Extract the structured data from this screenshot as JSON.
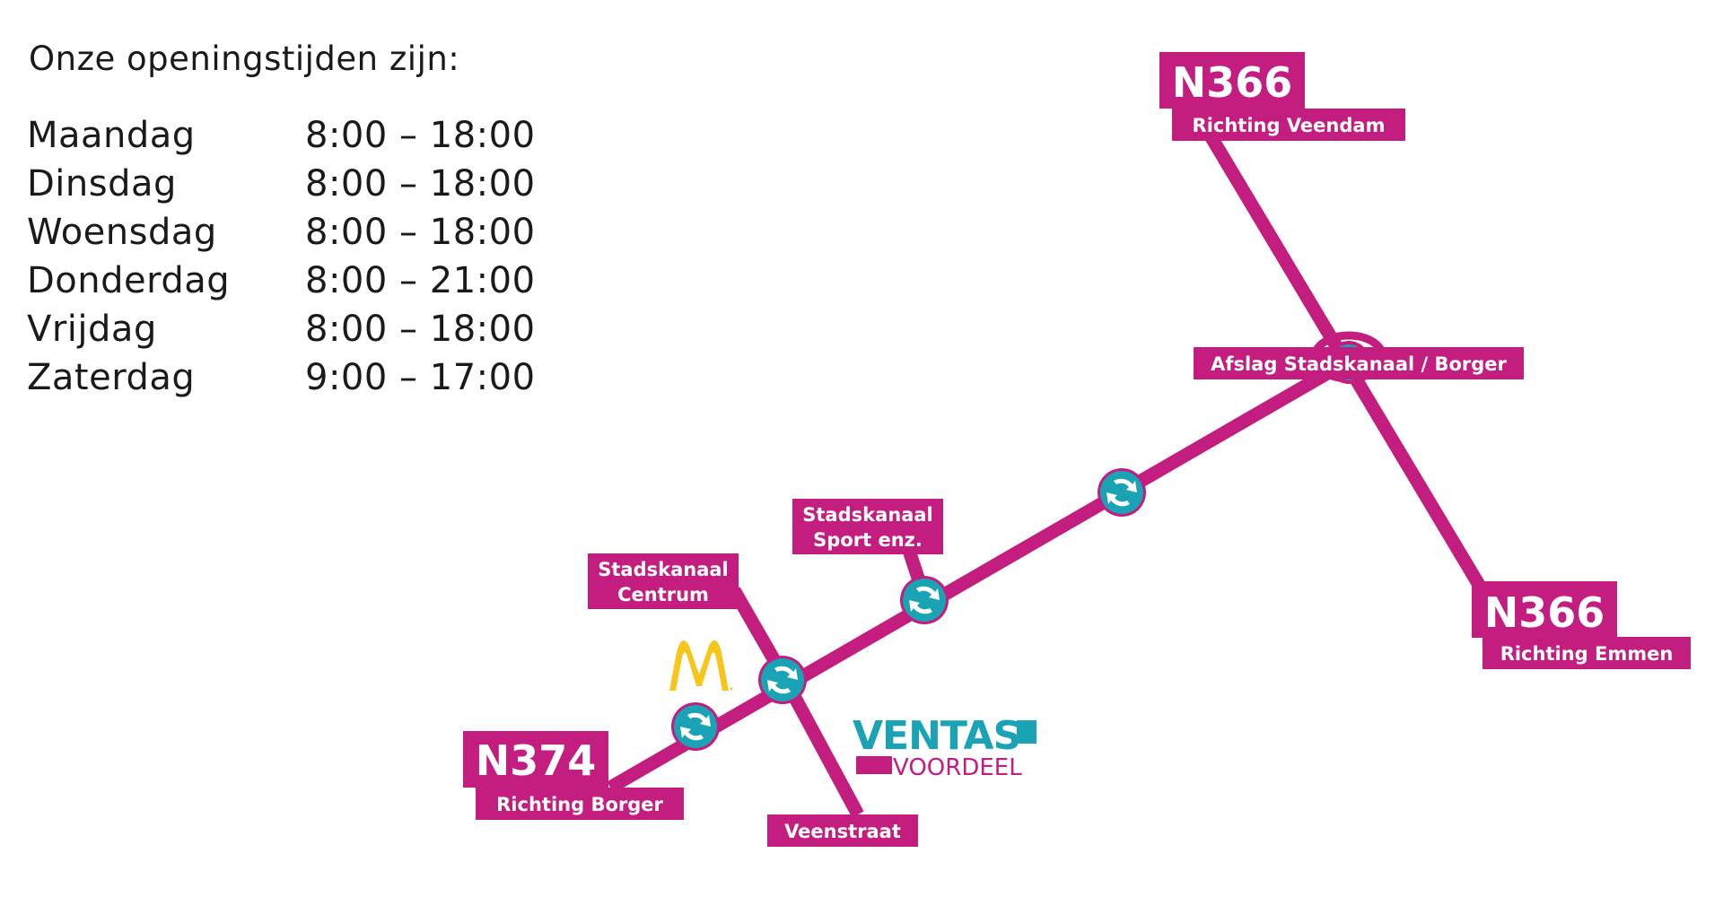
{
  "colors": {
    "road": "#c31d7f",
    "roundabout": "#1aa3b5",
    "mcdonalds": "#f7c51b",
    "ventas_teal": "#1aa3b5",
    "ventas_magenta": "#c31d7f"
  },
  "hours": {
    "heading": "Onze openingstijden zijn:",
    "rows": [
      {
        "day": "Maandag",
        "time": "8:00 – 18:00"
      },
      {
        "day": "Dinsdag",
        "time": "8:00 – 18:00"
      },
      {
        "day": "Woensdag",
        "time": "8:00 – 18:00"
      },
      {
        "day": "Donderdag",
        "time": "8:00 – 21:00"
      },
      {
        "day": "Vrijdag",
        "time": "8:00 – 18:00"
      },
      {
        "day": "Zaterdag",
        "time": "9:00 – 17:00"
      }
    ]
  },
  "map": {
    "n366_north": {
      "road": "N366",
      "direction": "Richting Veendam"
    },
    "n366_south": {
      "road": "N366",
      "direction": "Richting Emmen"
    },
    "n374": {
      "road": "N374",
      "direction": "Richting Borger"
    },
    "exit_label": "Afslag Stadskanaal / Borger",
    "centrum_label": {
      "line1": "Stadskanaal",
      "line2": "Centrum"
    },
    "sport_label": {
      "line1": "Stadskanaal",
      "line2": "Sport enz."
    },
    "veenstraat_label": "Veenstraat",
    "mcdonalds_icon": "mcdonalds-logo",
    "ventas": {
      "line1": "VENTAS",
      "line2": "VOORDEEL"
    }
  }
}
